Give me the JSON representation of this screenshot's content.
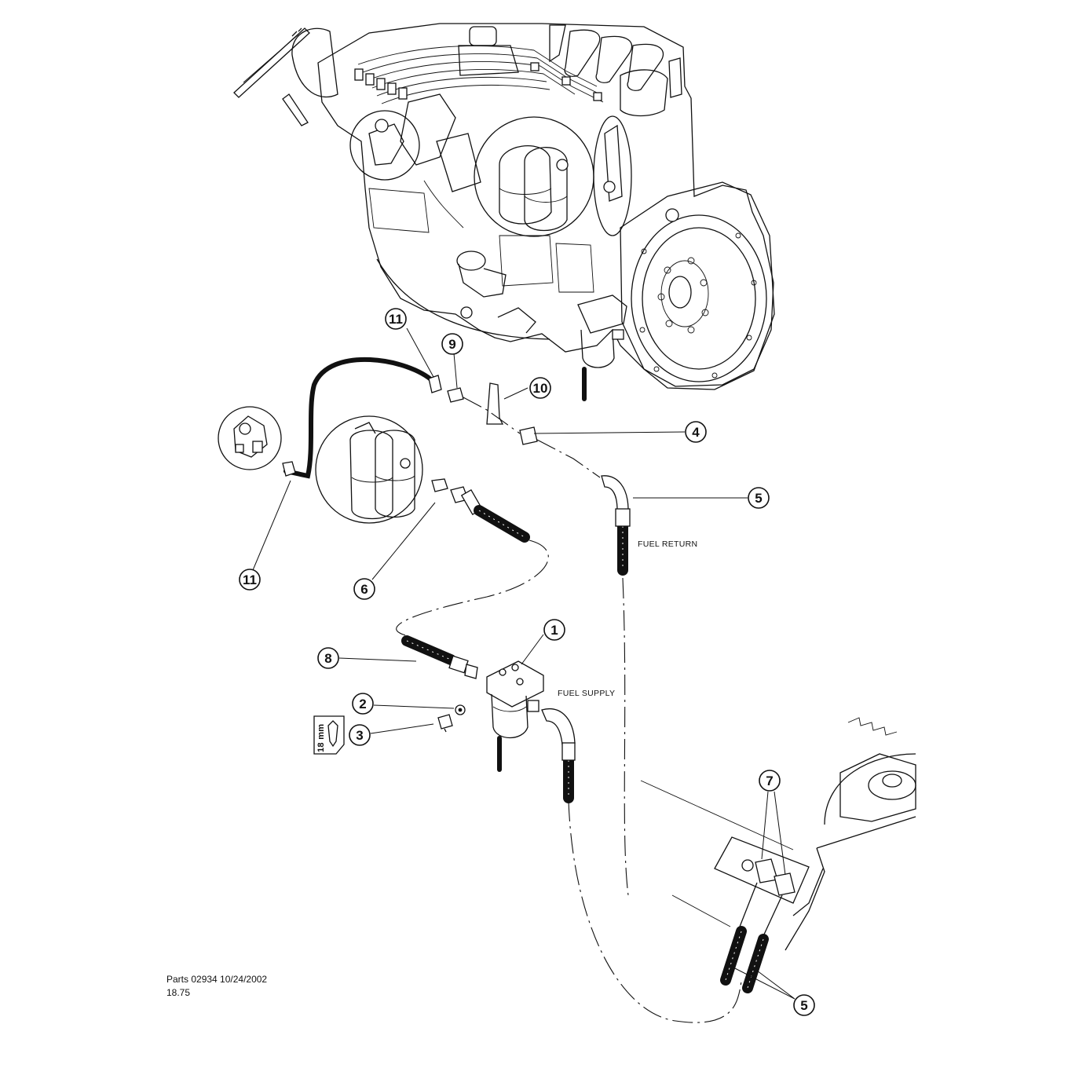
{
  "labels": {
    "fuel_return": "FUEL  RETURN",
    "fuel_supply": "FUEL SUPPLY",
    "tool_size": "18 mm"
  },
  "footer": {
    "doc_ref": "Parts 02934  10/24/2002",
    "page_ref": "18.75"
  },
  "callouts": [
    {
      "id": "c-11-top",
      "text": "11"
    },
    {
      "id": "c-9",
      "text": "9"
    },
    {
      "id": "c-10",
      "text": "10"
    },
    {
      "id": "c-4",
      "text": "4"
    },
    {
      "id": "c-5-top",
      "text": "5"
    },
    {
      "id": "c-11-bottom",
      "text": "11"
    },
    {
      "id": "c-6",
      "text": "6"
    },
    {
      "id": "c-1",
      "text": "1"
    },
    {
      "id": "c-8",
      "text": "8"
    },
    {
      "id": "c-2",
      "text": "2"
    },
    {
      "id": "c-3",
      "text": "3"
    },
    {
      "id": "c-7",
      "text": "7"
    },
    {
      "id": "c-5-bottom",
      "text": "5"
    }
  ]
}
